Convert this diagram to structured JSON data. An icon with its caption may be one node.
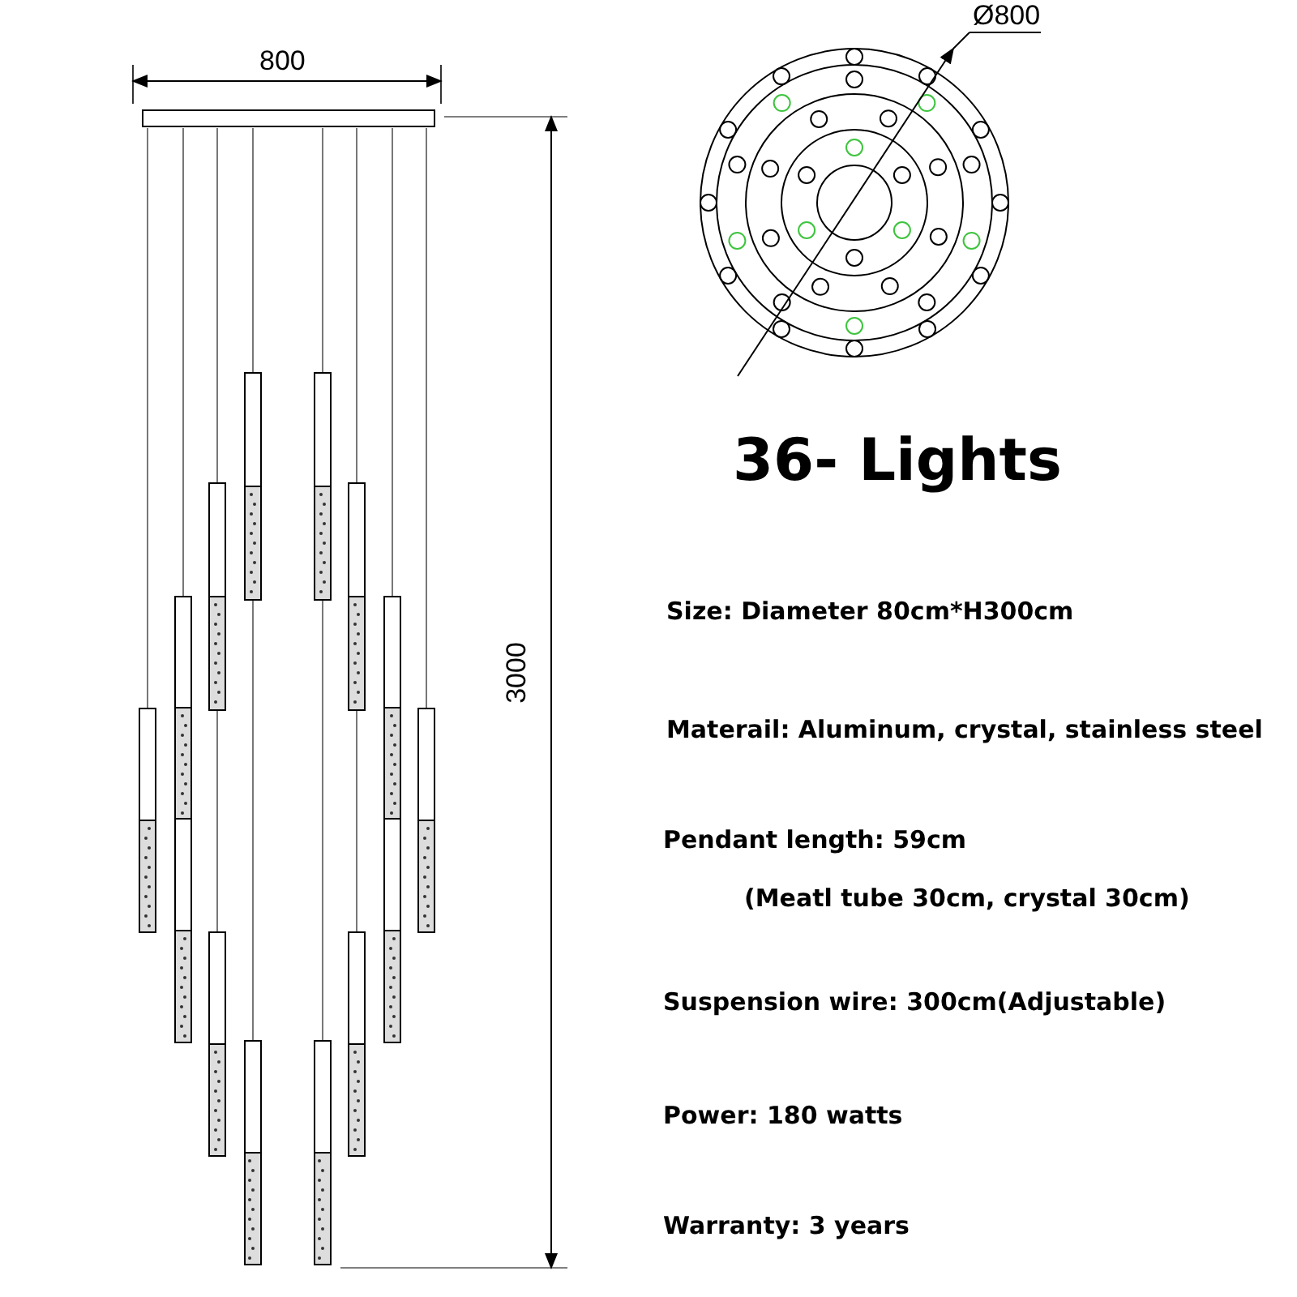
{
  "diagram": {
    "title": "36- Lights",
    "labels": [
      "800",
      "Ø800",
      "3000",
      "Size: Diameter 80cm*H300cm",
      "Materail: Aluminum, crystal, stainless steel",
      "Pendant length: 59cm",
      "(Meatl tube 30cm, crystal 30cm)",
      "Suspension wire: 300cm(Adjustable)",
      "Power: 180 watts",
      "Warranty: 3 years"
    ]
  }
}
